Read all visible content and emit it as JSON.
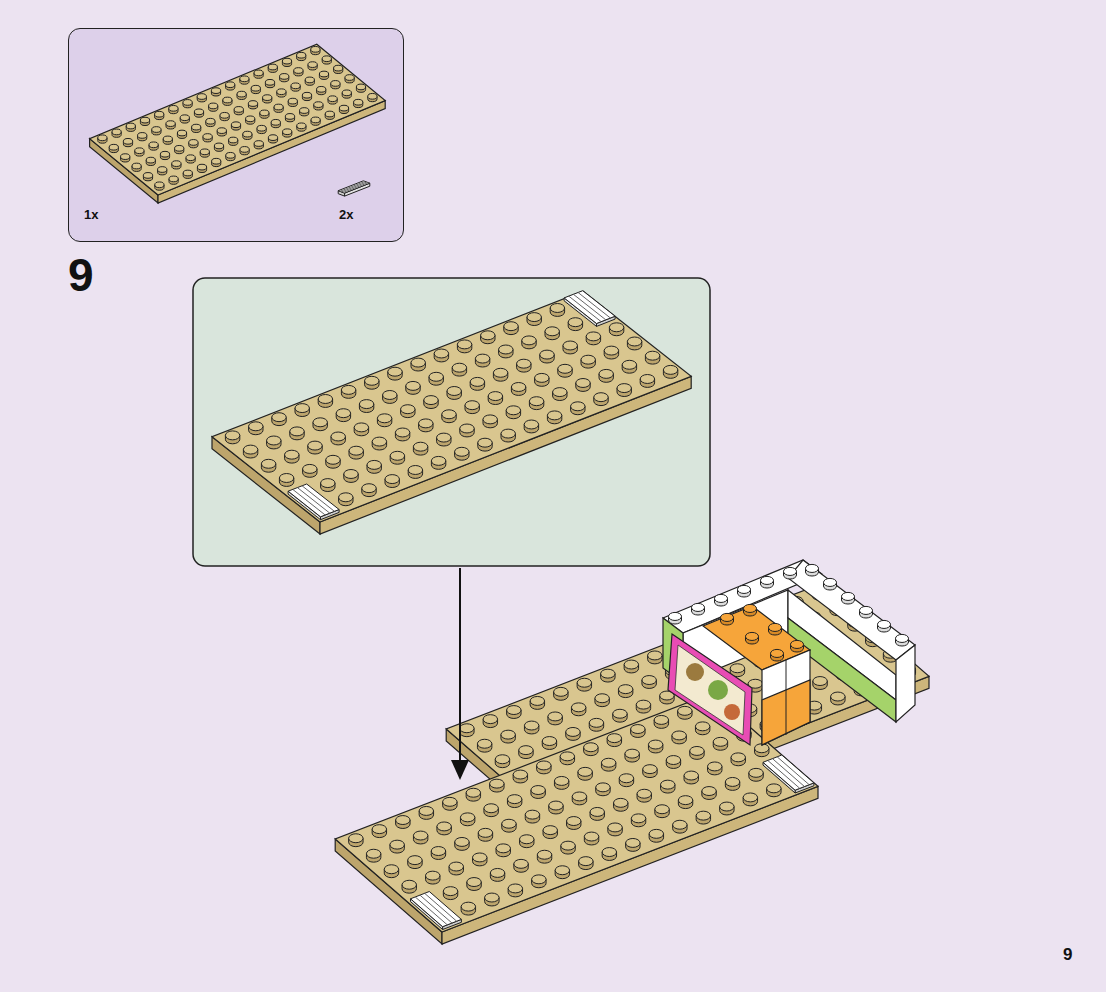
{
  "diagram": {
    "nodes": [
      {
        "text": [
          "1x",
          "2x"
        ]
      }
    ],
    "labels": [
      "9",
      "9"
    ]
  }
}
